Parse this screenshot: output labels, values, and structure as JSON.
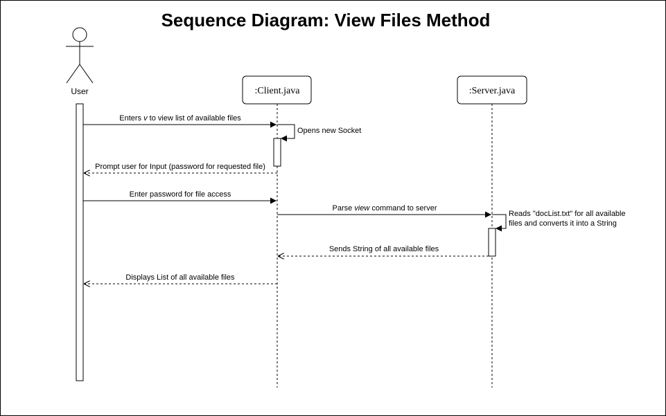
{
  "title": "Sequence Diagram: View Files Method",
  "actor": {
    "label": "User"
  },
  "participants": [
    {
      "label": ":Client.java"
    },
    {
      "label": ":Server.java"
    }
  ],
  "messages": [
    {
      "pre": "Enters ",
      "em": "v",
      "post": " to view list of available files",
      "type": "sync"
    },
    {
      "text": "Opens new Socket",
      "type": "self"
    },
    {
      "text": "Prompt user for Input (password for requested file)",
      "type": "return"
    },
    {
      "text": "Enter password for file access",
      "type": "sync"
    },
    {
      "pre": "Parse ",
      "em": "view",
      "post": " command to server",
      "type": "sync"
    },
    {
      "line1": "Reads \"docList.txt\" for all available",
      "line2": "files and converts it into a String",
      "type": "self"
    },
    {
      "text": "Sends String of all available files",
      "type": "return"
    },
    {
      "text": "Displays List of all available files",
      "type": "return"
    }
  ]
}
